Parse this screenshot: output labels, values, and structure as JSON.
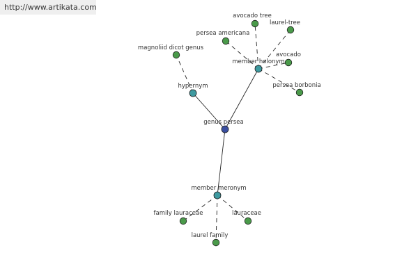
{
  "banner": {
    "url_text": "http://www.artikata.com"
  },
  "colors": {
    "center_node": "#3a4fa0",
    "relation_node": "#3e9aa0",
    "leaf_node": "#4a9a4a",
    "edge": "#222222",
    "text": "#333333"
  },
  "graph": {
    "nodes": [
      {
        "id": "genus-persea",
        "label": "genus persea",
        "kind": "center"
      },
      {
        "id": "hypernym",
        "label": "hypernym",
        "kind": "relation"
      },
      {
        "id": "member-holonym",
        "label": "member holonym",
        "kind": "relation"
      },
      {
        "id": "member-meronym",
        "label": "member meronym",
        "kind": "relation"
      },
      {
        "id": "magnoliid-dicot-genus",
        "label": "magnoliid dicot genus",
        "kind": "leaf"
      },
      {
        "id": "avocado-tree",
        "label": "avocado tree",
        "kind": "leaf"
      },
      {
        "id": "laurel-tree",
        "label": "laurel-tree",
        "kind": "leaf"
      },
      {
        "id": "persea-americana",
        "label": "persea americana",
        "kind": "leaf"
      },
      {
        "id": "avocado",
        "label": "avocado",
        "kind": "leaf"
      },
      {
        "id": "persea-borbonia",
        "label": "persea borbonia",
        "kind": "leaf"
      },
      {
        "id": "family-lauraceae",
        "label": "family lauraceae",
        "kind": "leaf"
      },
      {
        "id": "lauraceae",
        "label": "lauraceae",
        "kind": "leaf"
      },
      {
        "id": "laurel-family",
        "label": "laurel family",
        "kind": "leaf"
      }
    ],
    "edges": [
      {
        "from": "genus-persea",
        "to": "hypernym",
        "style": "solid"
      },
      {
        "from": "genus-persea",
        "to": "member-holonym",
        "style": "solid"
      },
      {
        "from": "genus-persea",
        "to": "member-meronym",
        "style": "solid"
      },
      {
        "from": "hypernym",
        "to": "magnoliid-dicot-genus",
        "style": "dashed"
      },
      {
        "from": "member-holonym",
        "to": "avocado-tree",
        "style": "dashed"
      },
      {
        "from": "member-holonym",
        "to": "laurel-tree",
        "style": "dashed"
      },
      {
        "from": "member-holonym",
        "to": "persea-americana",
        "style": "dashed"
      },
      {
        "from": "member-holonym",
        "to": "avocado",
        "style": "dashed"
      },
      {
        "from": "member-holonym",
        "to": "persea-borbonia",
        "style": "dashed"
      },
      {
        "from": "member-meronym",
        "to": "family-lauraceae",
        "style": "dashed"
      },
      {
        "from": "member-meronym",
        "to": "lauraceae",
        "style": "dashed"
      },
      {
        "from": "member-meronym",
        "to": "laurel-family",
        "style": "dashed"
      }
    ]
  }
}
